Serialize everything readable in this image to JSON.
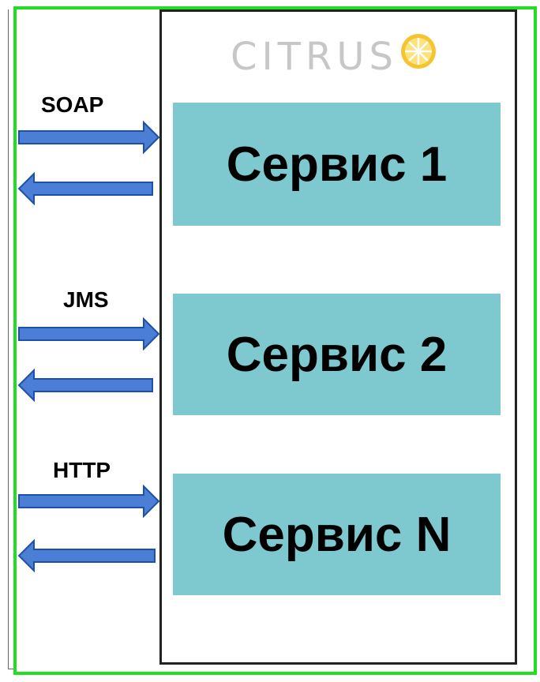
{
  "logo": {
    "text": "CITRUS",
    "icon": "citrus-slice-icon",
    "colors": {
      "text": "#c7c7c7",
      "icon": "#f6c431"
    }
  },
  "services": [
    {
      "label": "Сервис 1"
    },
    {
      "label": "Сервис 2"
    },
    {
      "label": "Сервис N"
    }
  ],
  "protocols": [
    {
      "label": "SOAP"
    },
    {
      "label": "JMS"
    },
    {
      "label": "HTTP"
    }
  ],
  "colors": {
    "frame": "#22dd22",
    "service_fill": "#7ec9d0",
    "arrow_fill": "#4b7fd6",
    "arrow_stroke": "#1f4fa8",
    "container_border": "#222222"
  }
}
